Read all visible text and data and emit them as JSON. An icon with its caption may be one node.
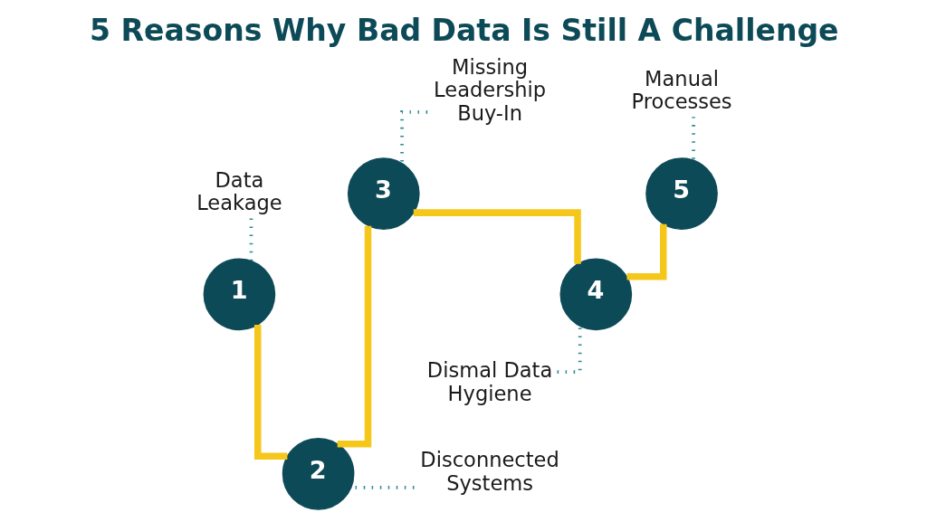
{
  "diagram": {
    "title": "5 Reasons Why Bad Data Is Still A Challenge",
    "nodes": [
      {
        "text": [
          "1"
        ]
      },
      {
        "text": [
          "2"
        ]
      },
      {
        "text": [
          "3"
        ]
      },
      {
        "text": [
          "4"
        ]
      },
      {
        "text": [
          "5"
        ]
      },
      {
        "text": [
          "Data Leakage"
        ]
      },
      {
        "text": [
          "Disconnected Systems"
        ]
      },
      {
        "text": [
          "Missing Leadership Buy-In"
        ]
      },
      {
        "text": [
          "Dismal Data Hygiene"
        ]
      },
      {
        "text": [
          "Manual Processes"
        ]
      }
    ],
    "edges": [
      {
        "from": 0,
        "to": 1,
        "arrow": "none",
        "style": "thick",
        "color": "#f5c71a"
      },
      {
        "from": 1,
        "to": 2,
        "arrow": "none",
        "style": "thick",
        "color": "#f5c71a"
      },
      {
        "from": 2,
        "to": 3,
        "arrow": "none",
        "style": "thick",
        "color": "#f5c71a"
      },
      {
        "from": 3,
        "to": 4,
        "arrow": "none",
        "style": "thick",
        "color": "#f5c71a"
      },
      {
        "from": 5,
        "to": 0,
        "arrow": "none",
        "style": "dashed"
      },
      {
        "from": 6,
        "to": 1,
        "arrow": "none",
        "style": "dashed"
      },
      {
        "from": 7,
        "to": 2,
        "arrow": "none",
        "style": "dashed"
      },
      {
        "from": 8,
        "to": 3,
        "arrow": "none",
        "style": "dashed"
      },
      {
        "from": 9,
        "to": 4,
        "arrow": "none",
        "style": "dashed"
      }
    ]
  }
}
